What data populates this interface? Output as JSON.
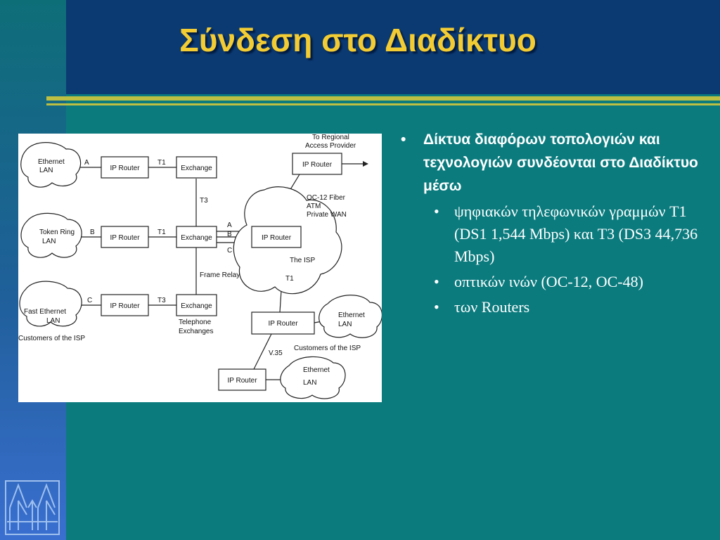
{
  "slide": {
    "title": "Σύνδεση στο Διαδίκτυο"
  },
  "diagram": {
    "lan_ethernet_1": "Ethernet",
    "lan_word": "LAN",
    "lan_token_ring": "Token Ring",
    "lan_fast_ethernet": "Fast Ethernet",
    "lan_ethernet_right": "Ethernet",
    "lan_ethernet_bottom": "Ethernet",
    "ip_router": "IP Router",
    "exchange": "Exchange",
    "link_a": "A",
    "link_b": "B",
    "link_c": "C",
    "t1": "T1",
    "t3": "T3",
    "frame_relay": "Frame Relay",
    "telephone": "Telephone",
    "exchanges": "Exchanges",
    "customers_isp": "Customers of the ISP",
    "regional_1": "To Regional",
    "regional_2": "Access Provider",
    "oc12": "OC-12 Fiber",
    "atm": "ATM",
    "private_wan": "Private WAN",
    "the_isp": "The ISP",
    "v35": "V.35"
  },
  "bullets": {
    "main": "Δίκτυα διαφόρων τοπολογιών και τεχνολογιών συνδέονται στο Διαδίκτυο μέσω",
    "sub": [
      "ψηφιακών τηλεφωνικών γραμμών T1 (DS1 1,544 Mbps)  και T3 (DS3 44,736 Mbps)",
      "οπτικών ινών (OC-12, OC-48)",
      "των Routers"
    ]
  },
  "logo": {
    "icon": "university-tree-logo"
  }
}
